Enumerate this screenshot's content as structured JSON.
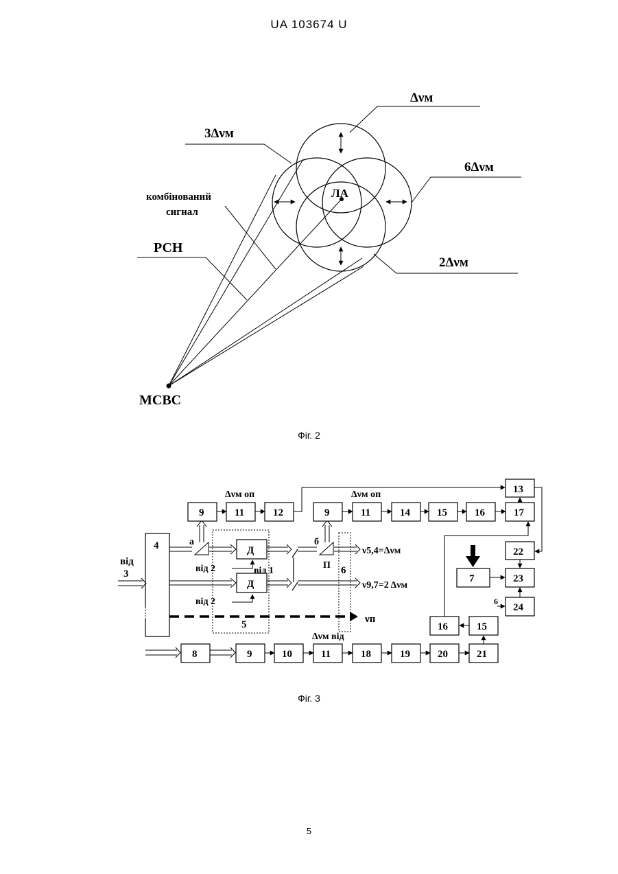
{
  "header": {
    "patent": "UA   103674   U"
  },
  "fig2": {
    "caption": "Фіг. 2",
    "label_dvm": "Δνм",
    "label_3dvm": "3Δνм",
    "label_6dvm": "6Δνм",
    "label_2dvm": "2Δνм",
    "label_combined_1": "комбінований",
    "label_combined_2": "сигнал",
    "label_rsn": "РСН",
    "label_la": "ЛА",
    "label_msvs": "МСВС"
  },
  "fig3": {
    "caption": "Фіг. 3",
    "from_label": "від",
    "from_3": "3",
    "block4": "4",
    "label_a": "а",
    "label_b": "б",
    "label_vid2a": "від 2",
    "label_vid2b": "від 2",
    "label_vid1": "від 1",
    "d_block": "Д",
    "p_label": "П",
    "label_5": "5",
    "label_6": "6",
    "nu54": "ν5,4=Δνм",
    "nu97": "ν9,7=2 Δνм",
    "nu_p": "νп",
    "dv_op1": "Δνм оп",
    "dv_op2": "Δνм оп",
    "dv_vid": "Δνм від",
    "row1": [
      "9",
      "11",
      "12"
    ],
    "row2": [
      "9",
      "11",
      "14",
      "15",
      "16",
      "17"
    ],
    "b13": "13",
    "b22": "22",
    "b23": "23",
    "b24": "24",
    "b7": "7",
    "b16b": "16",
    "b15b": "15",
    "label_6in": "6",
    "row3": [
      "8",
      "9",
      "10",
      "11",
      "18",
      "19",
      "20",
      "21"
    ]
  },
  "page_number": "5"
}
